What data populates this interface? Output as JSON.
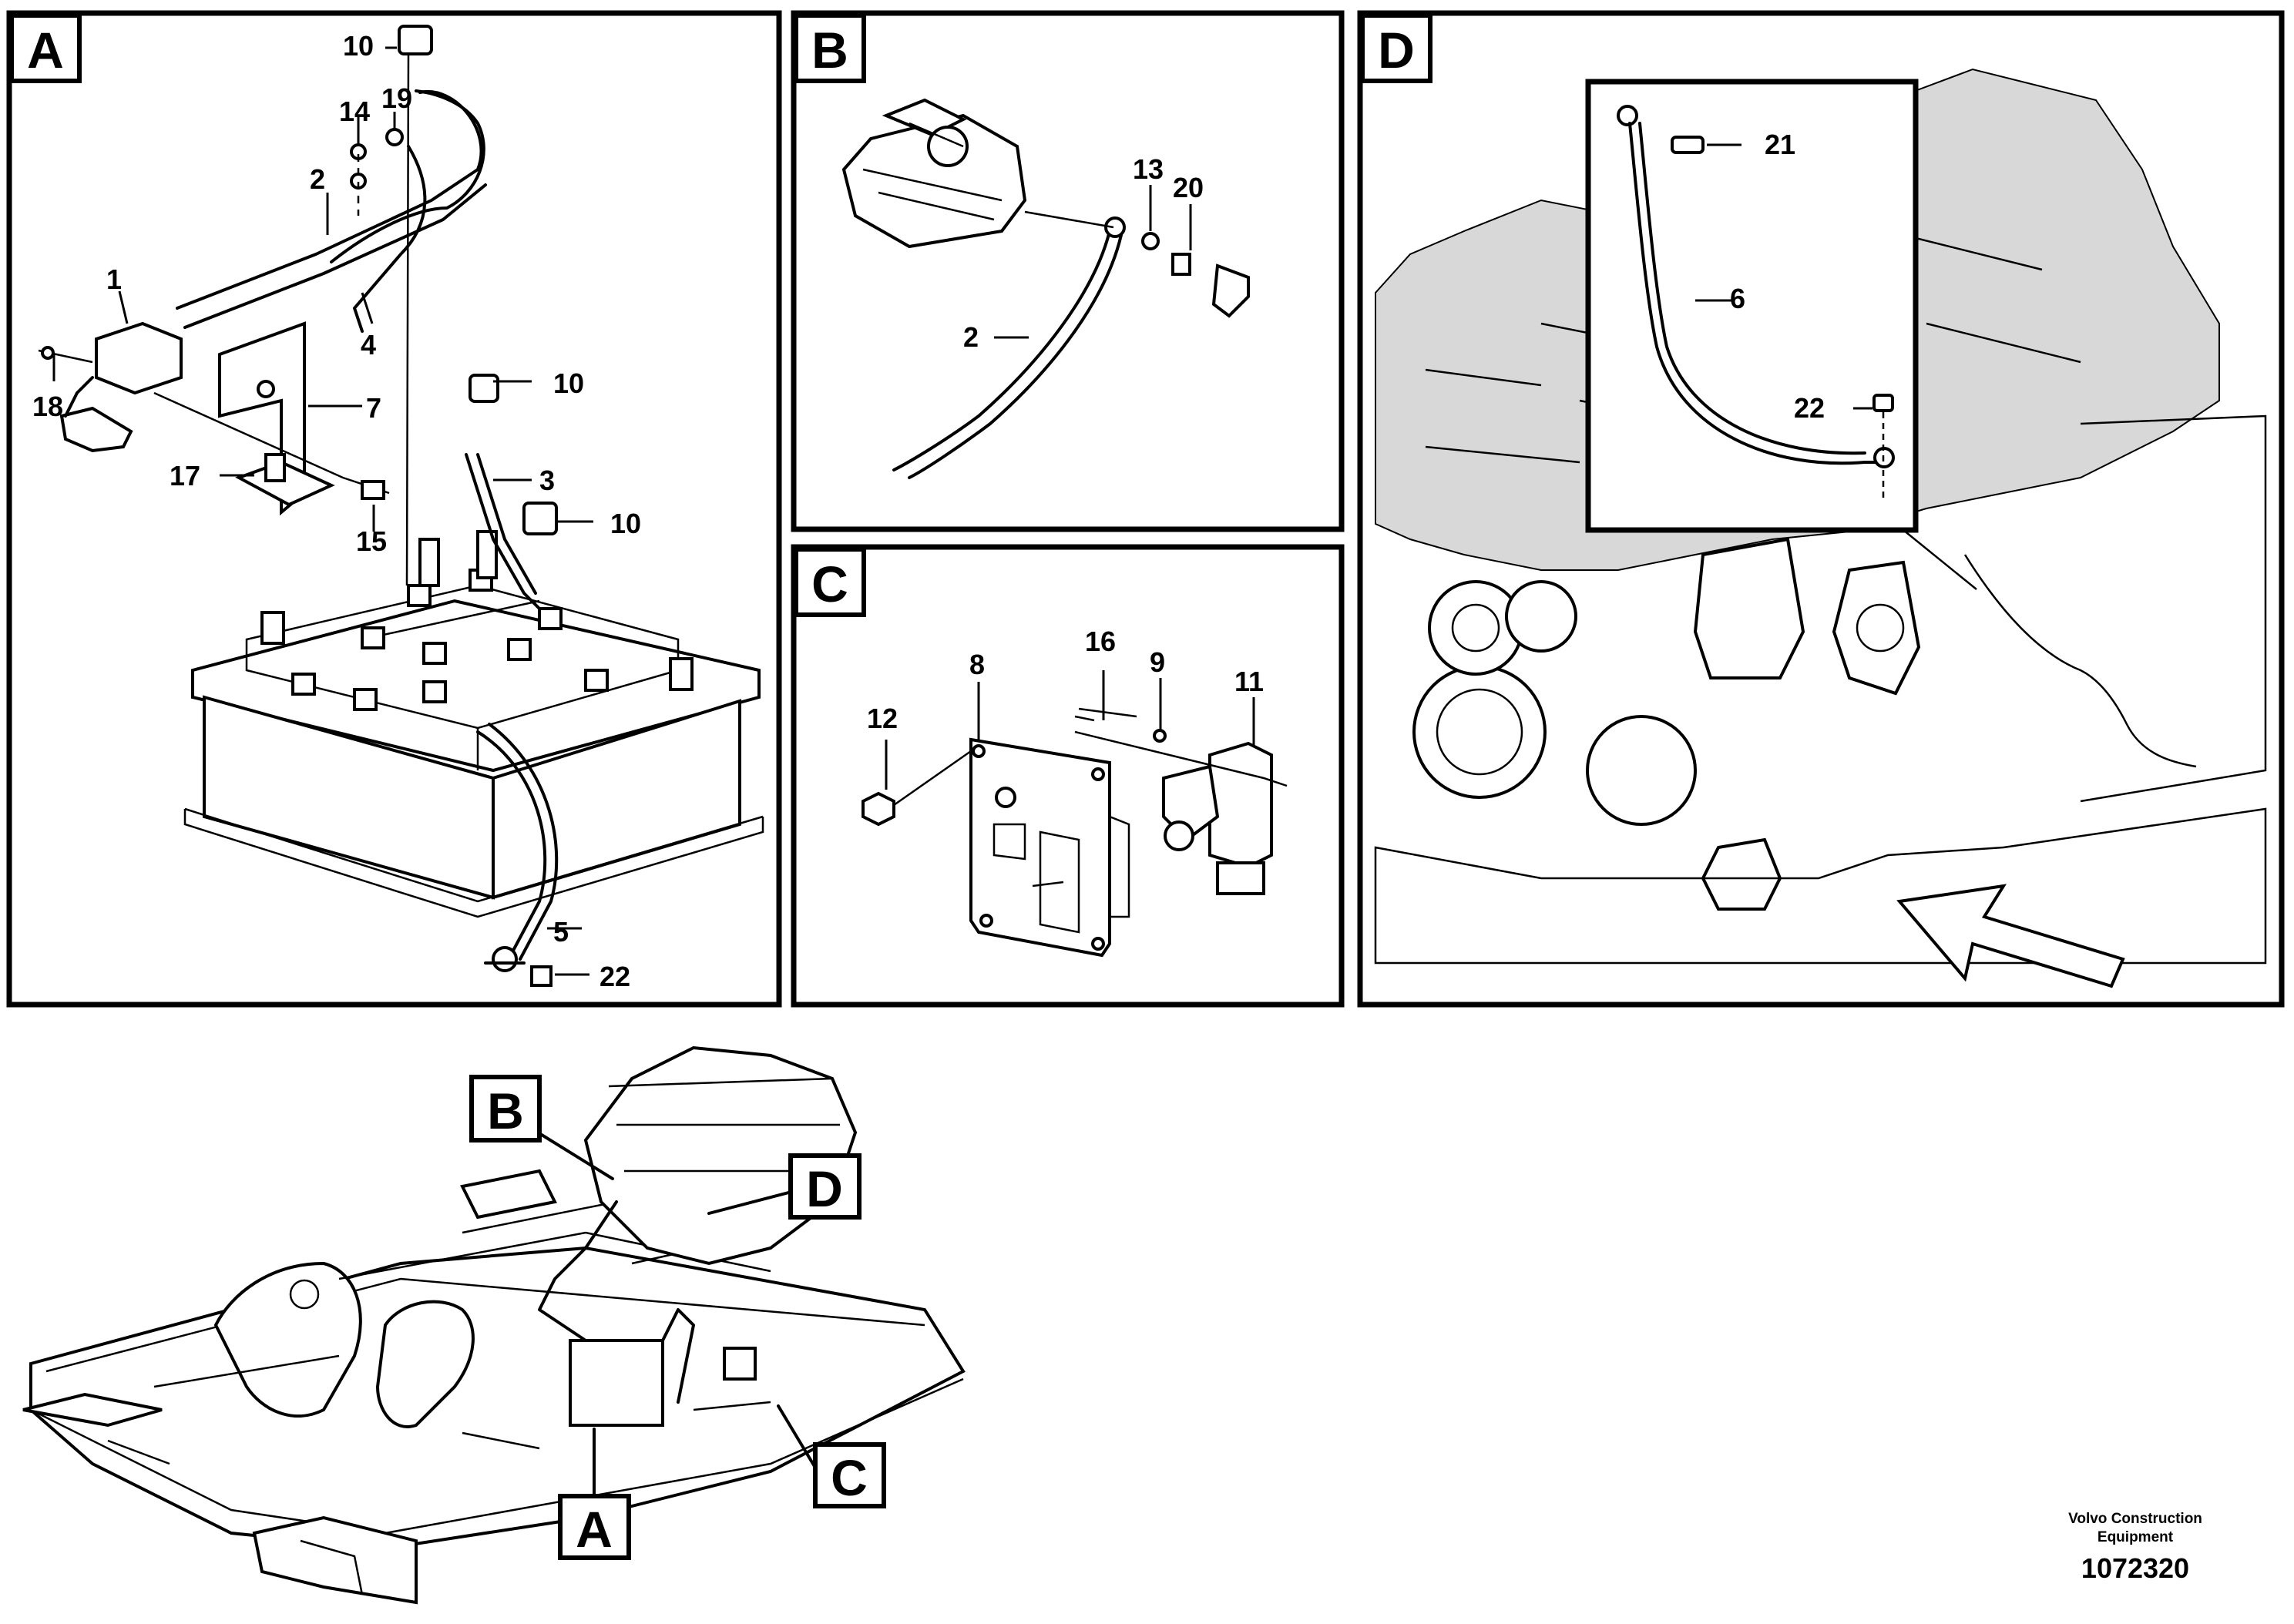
{
  "panels": {
    "A": {
      "label": "A",
      "callouts": [
        "10",
        "14",
        "19",
        "2",
        "1",
        "4",
        "18",
        "7",
        "17",
        "15",
        "10",
        "3",
        "10",
        "5",
        "22"
      ]
    },
    "B": {
      "label": "B",
      "callouts": [
        "13",
        "20",
        "2"
      ]
    },
    "C": {
      "label": "C",
      "callouts": [
        "16",
        "9",
        "11",
        "12",
        "8"
      ]
    },
    "D": {
      "label": "D",
      "callouts": [
        "21",
        "6",
        "22"
      ]
    }
  },
  "overview": {
    "labels": [
      "B",
      "D",
      "A",
      "C"
    ]
  },
  "footer": {
    "brand_line1": "Volvo Construction",
    "brand_line2": "Equipment",
    "drawing_number": "1072320"
  }
}
